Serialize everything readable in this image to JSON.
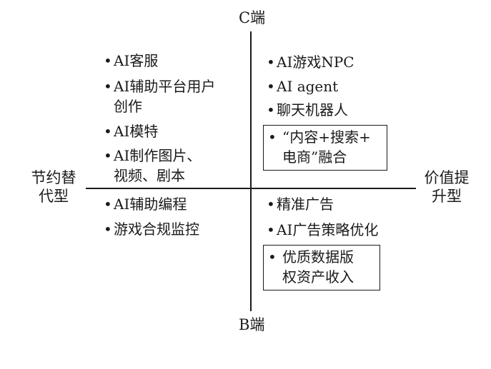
{
  "axes": {
    "top": "C端",
    "bottom": "B端",
    "left_line1": "节约替",
    "left_line2": "代型",
    "right_line1": "价值提",
    "right_line2": "升型"
  },
  "bullet": "•",
  "quadrants": {
    "top_left": [
      {
        "line1": "AI客服"
      },
      {
        "line1": "AI辅助平台用户",
        "line2": "创作"
      },
      {
        "line1": "AI模特"
      },
      {
        "line1": "AI制作图片、",
        "line2": "视频、剧本"
      }
    ],
    "top_right": [
      {
        "line1": "AI游戏NPC"
      },
      {
        "line1": "AI agent"
      },
      {
        "line1": "聊天机器人"
      },
      {
        "line1": "“内容+搜索+",
        "line2": "电商”融合",
        "boxed": true
      }
    ],
    "bottom_left": [
      {
        "line1": "AI辅助编程"
      },
      {
        "line1": "游戏合规监控"
      }
    ],
    "bottom_right": [
      {
        "line1": "精准广告"
      },
      {
        "line1": "AI广告策略优化"
      },
      {
        "line1": "优质数据版",
        "line2": "权资产收入",
        "boxed": true
      }
    ]
  }
}
